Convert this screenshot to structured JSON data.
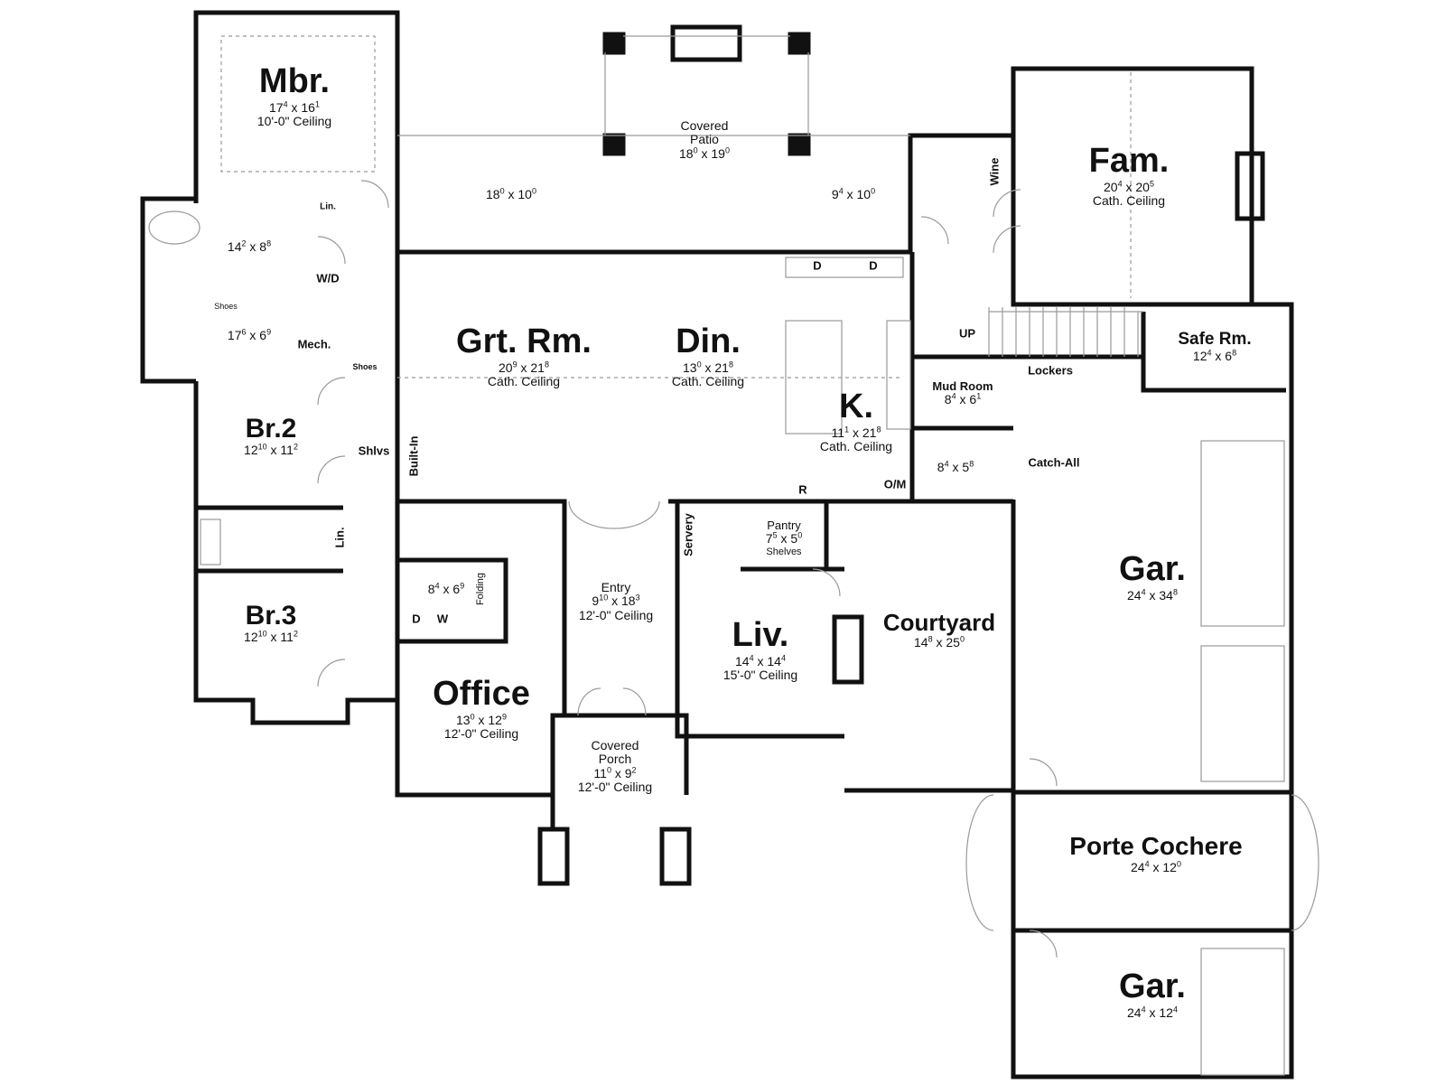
{
  "rooms": {
    "mbr": {
      "name": "Mbr.",
      "d1": "17",
      "s1": "4",
      "d2": "16",
      "s2": "1",
      "note": "10'-0\" Ceiling"
    },
    "patio": {
      "name1": "Covered",
      "name2": "Patio",
      "d1": "18",
      "s1": "0",
      "d2": "19",
      "s2": "0"
    },
    "patio_l": {
      "d1": "18",
      "s1": "0",
      "d2": "10",
      "s2": "0"
    },
    "patio_r": {
      "d1": "9",
      "s1": "4",
      "d2": "10",
      "s2": "0"
    },
    "fam": {
      "name": "Fam.",
      "d1": "20",
      "s1": "4",
      "d2": "20",
      "s2": "5",
      "note": "Cath. Ceiling"
    },
    "bath": {
      "d1": "14",
      "s1": "2",
      "d2": "8",
      "s2": "8"
    },
    "closet": {
      "d1": "17",
      "s1": "6",
      "d2": "6",
      "s2": "9"
    },
    "grt": {
      "name": "Grt. Rm.",
      "d1": "20",
      "s1": "9",
      "d2": "21",
      "s2": "8",
      "note": "Cath. Ceiling"
    },
    "din": {
      "name": "Din.",
      "d1": "13",
      "s1": "0",
      "d2": "21",
      "s2": "8",
      "note": "Cath. Ceiling"
    },
    "k": {
      "name": "K.",
      "d1": "11",
      "s1": "1",
      "d2": "21",
      "s2": "8",
      "note": "Cath. Ceiling"
    },
    "saferm": {
      "name": "Safe Rm.",
      "d1": "12",
      "s1": "4",
      "d2": "6",
      "s2": "8"
    },
    "mud": {
      "name": "Mud Room",
      "d1": "8",
      "s1": "4",
      "d2": "6",
      "s2": "1"
    },
    "catch": {
      "d1": "8",
      "s1": "4",
      "d2": "5",
      "s2": "8"
    },
    "br2": {
      "name": "Br.2",
      "d1": "12",
      "s1": "10",
      "d2": "11",
      "s2": "2"
    },
    "br3": {
      "name": "Br.3",
      "d1": "12",
      "s1": "10",
      "d2": "11",
      "s2": "2"
    },
    "laundry": {
      "d1": "8",
      "s1": "4",
      "d2": "6",
      "s2": "9"
    },
    "entry": {
      "name": "Entry",
      "d1": "9",
      "s1": "10",
      "d2": "18",
      "s2": "3",
      "note": "12'-0\" Ceiling"
    },
    "pantry": {
      "name": "Pantry",
      "d1": "7",
      "s1": "5",
      "d2": "5",
      "s2": "0",
      "shelves": "Shelves"
    },
    "liv": {
      "name": "Liv.",
      "d1": "14",
      "s1": "4",
      "d2": "14",
      "s2": "4",
      "note": "15'-0\" Ceiling"
    },
    "courtyard": {
      "name": "Courtyard",
      "d1": "14",
      "s1": "8",
      "d2": "25",
      "s2": "0"
    },
    "office": {
      "name": "Office",
      "d1": "13",
      "s1": "0",
      "d2": "12",
      "s2": "9",
      "note": "12'-0\" Ceiling"
    },
    "porch": {
      "name1": "Covered",
      "name2": "Porch",
      "d1": "11",
      "s1": "0",
      "d2": "9",
      "s2": "2",
      "note": "12'-0\" Ceiling"
    },
    "gar1": {
      "name": "Gar.",
      "d1": "24",
      "s1": "4",
      "d2": "34",
      "s2": "8"
    },
    "porte": {
      "name": "Porte Cochere",
      "d1": "24",
      "s1": "4",
      "d2": "12",
      "s2": "0"
    },
    "gar2": {
      "name": "Gar.",
      "d1": "24",
      "s1": "4",
      "d2": "12",
      "s2": "4"
    }
  },
  "tags": {
    "lin": "Lin.",
    "wd": "W/D",
    "shoes": "Shoes",
    "mech": "Mech.",
    "wine": "Wine",
    "dish": "D",
    "up": "UP",
    "lockers": "Lockers",
    "catchall": "Catch-All",
    "builtin": "Built-In",
    "shlvs": "Shlvs",
    "fridge": "R",
    "om": "O/M",
    "servery": "Servery",
    "folding": "Folding",
    "dryer": "D",
    "washer": "W"
  },
  "colors": {
    "wall": "#111111",
    "line": "#9a9a9a",
    "bg": "#ffffff"
  }
}
